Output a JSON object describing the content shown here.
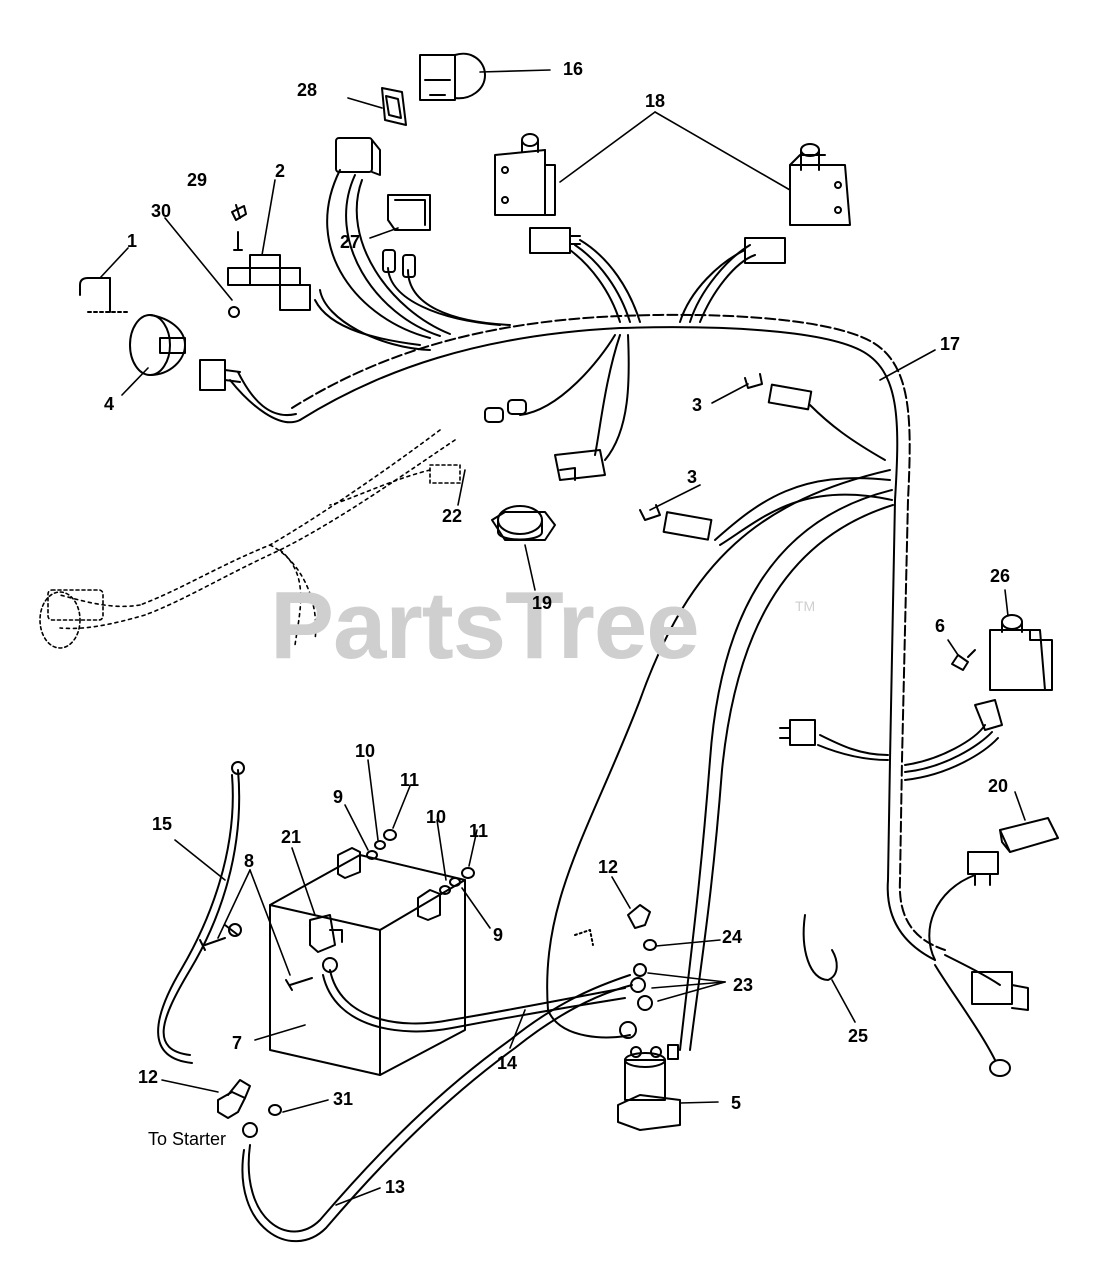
{
  "watermark": {
    "text": "PartsTree",
    "tm": "TM"
  },
  "note": {
    "to_starter": "To Starter"
  },
  "callouts": {
    "c1": "1",
    "c2": "2",
    "c3a": "3",
    "c3b": "3",
    "c4": "4",
    "c5": "5",
    "c6": "6",
    "c7": "7",
    "c8": "8",
    "c9a": "9",
    "c9b": "9",
    "c10a": "10",
    "c10b": "10",
    "c11a": "11",
    "c11b": "11",
    "c12a": "12",
    "c12b": "12",
    "c13": "13",
    "c14": "14",
    "c15": "15",
    "c16": "16",
    "c17": "17",
    "c18": "18",
    "c19": "19",
    "c20": "20",
    "c21": "21",
    "c22": "22",
    "c23": "23",
    "c24": "24",
    "c25": "25",
    "c26": "26",
    "c27": "27",
    "c28": "28",
    "c29": "29",
    "c30": "30",
    "c31": "31"
  }
}
